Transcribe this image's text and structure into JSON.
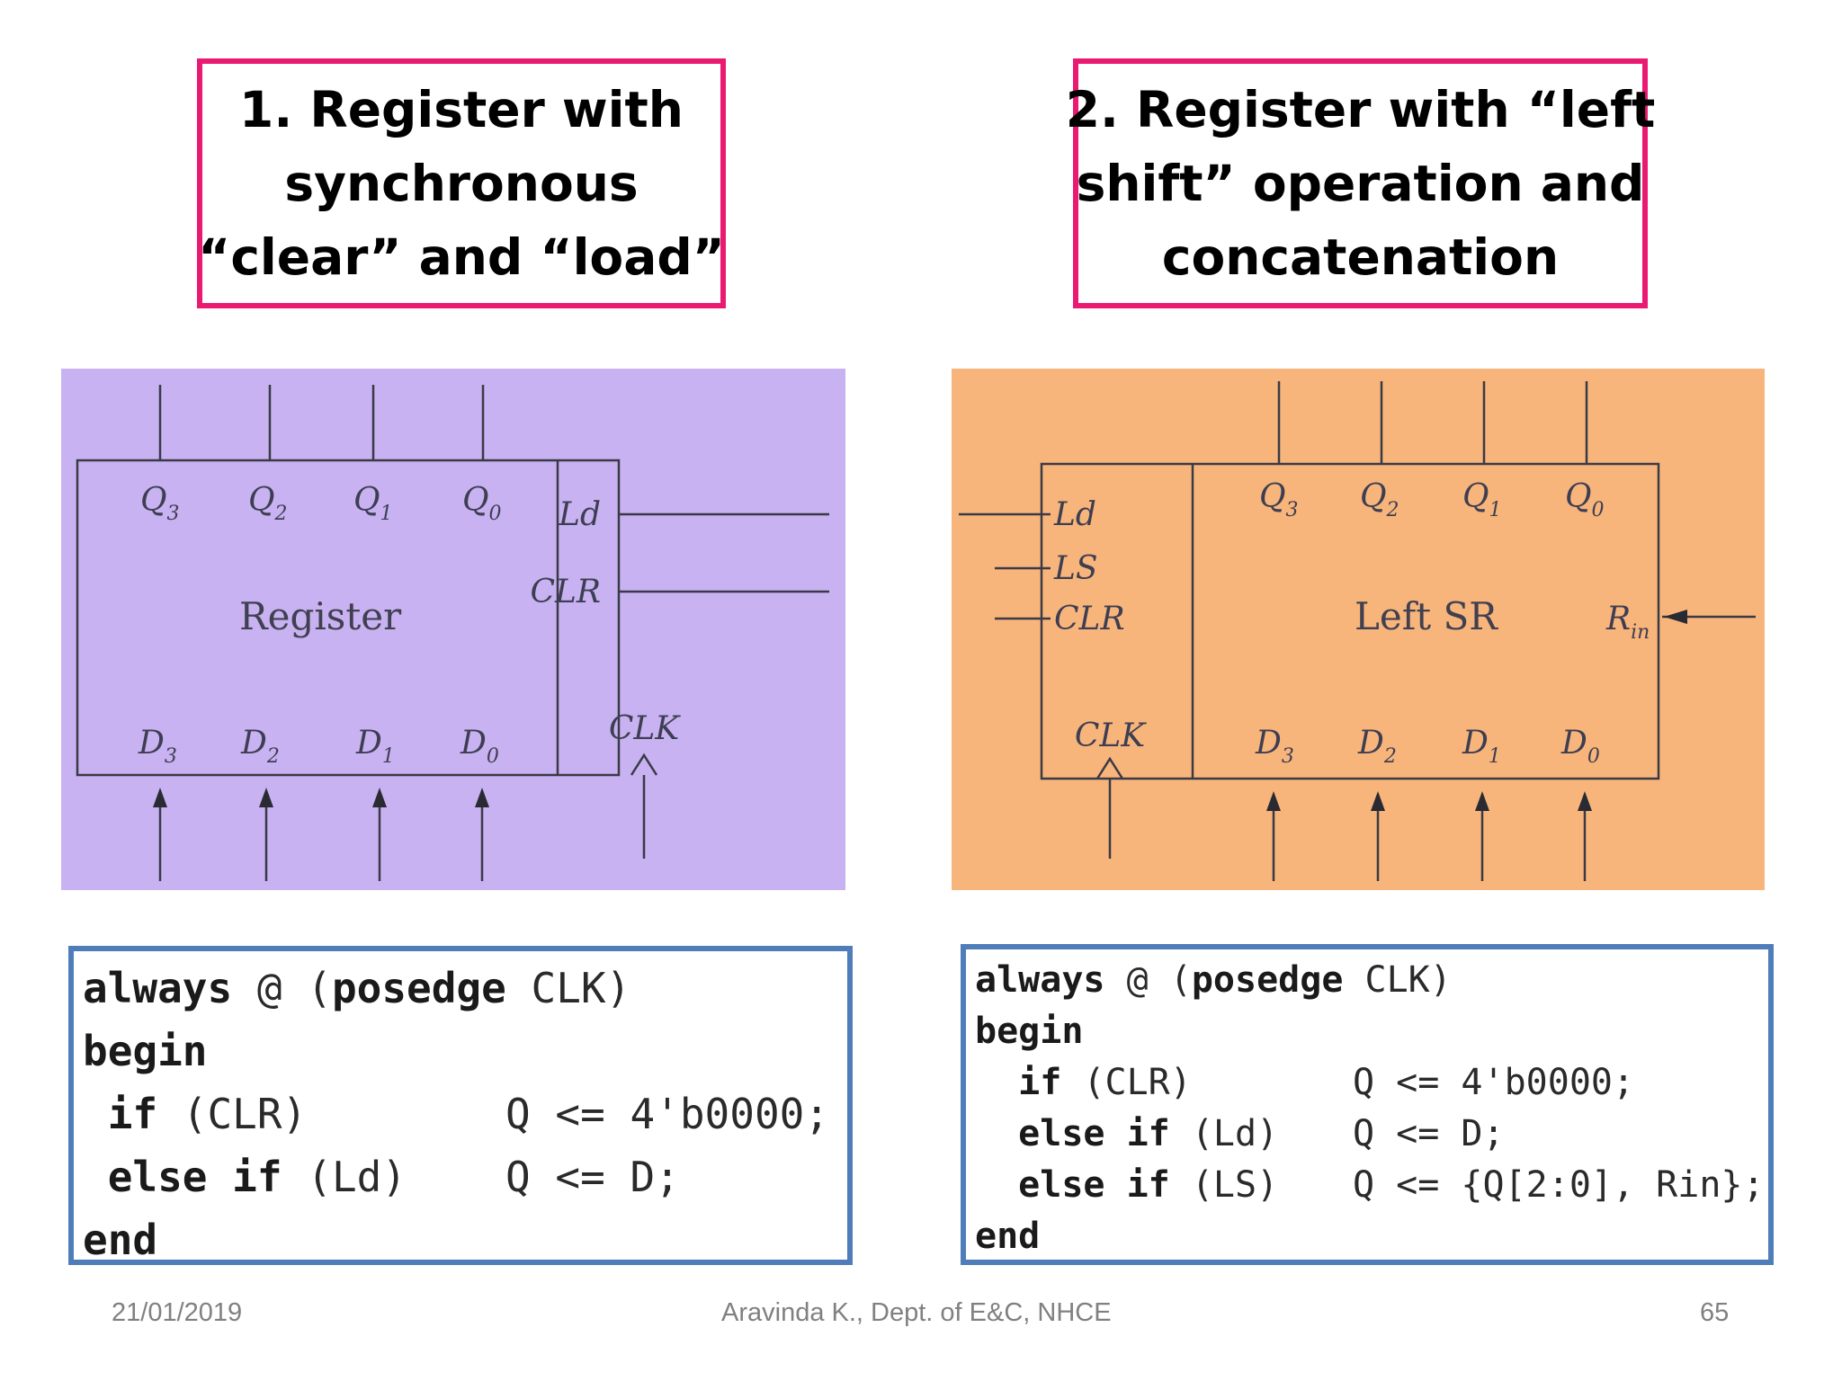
{
  "titles": {
    "left": [
      "1. Register with",
      "synchronous",
      "“clear” and “load”"
    ],
    "right": [
      "2. Register with “left",
      "shift” operation and",
      "concatenation"
    ]
  },
  "diagram_left": {
    "block_label": "Register",
    "outputs": [
      "Q",
      "Q",
      "Q",
      "Q"
    ],
    "output_subs": [
      "3",
      "2",
      "1",
      "0"
    ],
    "inputs": [
      "D",
      "D",
      "D",
      "D"
    ],
    "input_subs": [
      "3",
      "2",
      "1",
      "0"
    ],
    "controls": [
      "Ld",
      "CLR",
      "CLK"
    ]
  },
  "diagram_right": {
    "block_label": "Left SR",
    "outputs": [
      "Q",
      "Q",
      "Q",
      "Q"
    ],
    "output_subs": [
      "3",
      "2",
      "1",
      "0"
    ],
    "inputs": [
      "D",
      "D",
      "D",
      "D"
    ],
    "input_subs": [
      "3",
      "2",
      "1",
      "0"
    ],
    "controls": [
      "Ld",
      "LS",
      "CLR",
      "CLK"
    ],
    "serial_input": "R",
    "serial_input_sub": "in"
  },
  "code_left": [
    {
      "kw": "always",
      "rest": " @ (",
      "kw2": "posedge",
      "rest2": " CLK)"
    },
    {
      "kw": "begin"
    },
    {
      "indent": " ",
      "kw": "if",
      "cond": " (CLR)",
      "assign": "Q <= 4'b0000;"
    },
    {
      "indent": " ",
      "kw": "else if",
      "cond": " (Ld)",
      "assign": "Q <= D;"
    },
    {
      "kw": "end"
    }
  ],
  "code_right": [
    {
      "kw": "always",
      "rest": " @ (",
      "kw2": "posedge",
      "rest2": " CLK)"
    },
    {
      "kw": "begin"
    },
    {
      "indent": "  ",
      "kw": "if",
      "cond": " (CLR)",
      "assign": "Q <= 4'b0000;"
    },
    {
      "indent": "  ",
      "kw": "else if",
      "cond": " (Ld)",
      "assign": "Q <= D;"
    },
    {
      "indent": "  ",
      "kw": "else if",
      "cond": " (LS)",
      "assign": "Q <= {Q[2:0], Rin};"
    },
    {
      "kw": "end"
    }
  ],
  "footer": {
    "date": "21/01/2019",
    "author": "Aravinda K., Dept. of E&C, NHCE",
    "page": "65"
  },
  "colors": {
    "title_border": "#ea1a73",
    "code_border": "#4f7dba",
    "left_diagram_bg": "#c8b2f2",
    "right_diagram_bg": "#f8b57b"
  }
}
